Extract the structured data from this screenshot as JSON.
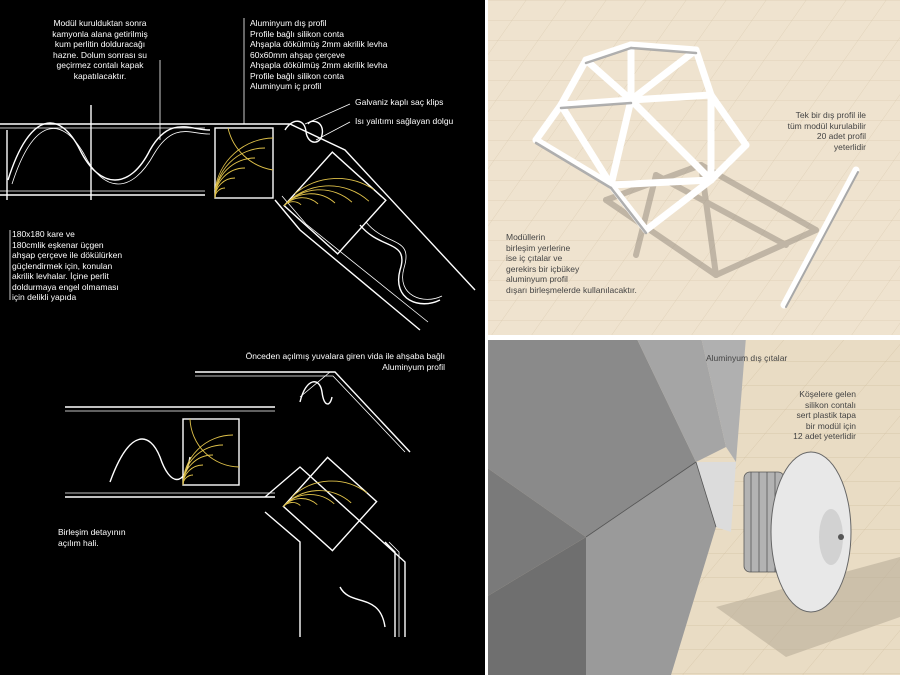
{
  "colors": {
    "cad_background": "#000000",
    "cad_line": "#ffffff",
    "wood_hatch": "#e0c24a",
    "render_ground": "#efe3cf",
    "render_gray": "#8a8a8a"
  },
  "cad_top": {
    "note_module": "Modül kurulduktan sonra\nkamyonla alana getirilmiş\nkum perlitin dolduracağı\nhazne. Dolum sonrası su\ngeçirmez contalı kapak\nkapatılacaktır.",
    "layers": "Aluminyum dış profil\nProfile bağlı silikon conta\nAhşapla dökülmüş 2mm akrilik levha\n60x60mm ahşap çerçeve\nAhşapla dökülmüş 2mm akrilik levha\nProfile bağlı silikon conta\nAluminyum iç profil",
    "clip": "Galvaniz kaplı saç klips",
    "insulation": "Isı yalıtımı sağlayan dolgu",
    "frame_note": "180x180 kare ve\n180cmlik eşkenar üçgen\nahşap çerçeve ile dökülürken\ngüçlendirmek için, konulan\nakrilik levhalar. İçine perlit\ndoldurmaya engel olmaması\niçin delikli yapıda"
  },
  "cad_bottom": {
    "screw_profile": "Önceden açılmış yuvalara giren vida ile ahşaba bağlı\nAluminyum profil",
    "open_detail": "Birleşim detayının\naçılım hali."
  },
  "render_top": {
    "profile_note": "Tek bir dış profil ile\ntüm modül kurulabilir\n20 adet profil\nyeterlidir",
    "joint_note": "Modüllerin\nbirleşim yerlerine\nise iç çıtalar ve\ngerekirs bir içbükey\naluminyum profil\ndışarı birleşmelerde kullanılacaktır."
  },
  "render_bottom": {
    "outer_strips": "Aluminyum dış çıtalar",
    "plug_note": "Köşelere gelen\nsilikon contalı\nsert plastik tapa\nbir modül için\n12 adet yeterlidir"
  }
}
